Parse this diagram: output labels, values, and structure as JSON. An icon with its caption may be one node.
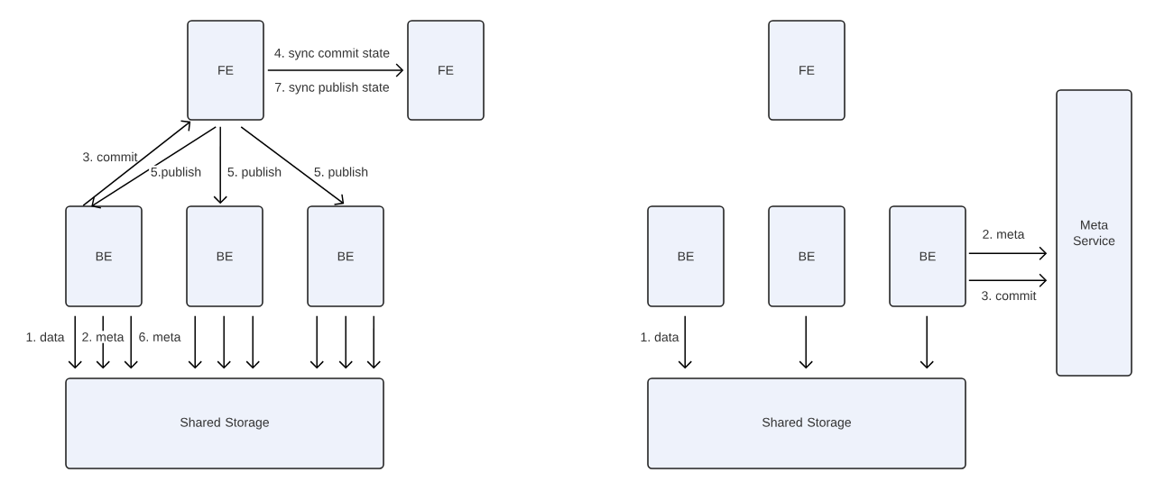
{
  "diagram": {
    "nodes": [
      {
        "text": [
          "FE"
        ]
      },
      {
        "text": [
          "FE"
        ]
      },
      {
        "text": [
          "BE"
        ]
      },
      {
        "text": [
          "BE"
        ]
      },
      {
        "text": [
          "BE"
        ]
      },
      {
        "text": [
          "Shared Storage"
        ]
      },
      {
        "text": [
          "FE"
        ]
      },
      {
        "text": [
          "BE"
        ]
      },
      {
        "text": [
          "BE"
        ]
      },
      {
        "text": [
          "BE"
        ]
      },
      {
        "text": [
          "Meta Service"
        ]
      },
      {
        "text": [
          "Shared Storage"
        ]
      }
    ],
    "edges": [
      {
        "from": 0,
        "to": 1,
        "arrow": "to",
        "label": "4. sync commit state"
      },
      {
        "from": 2,
        "to": 0,
        "arrow": "to",
        "label": "3. commit"
      },
      {
        "from": 0,
        "to": 2,
        "arrow": "to",
        "label": "5.publish"
      },
      {
        "from": 0,
        "to": 3,
        "arrow": "to",
        "label": "5. publish"
      },
      {
        "from": 0,
        "to": 4,
        "arrow": "to",
        "label": "5. publish"
      },
      {
        "from": 2,
        "to": 5,
        "arrow": "to",
        "label": "1. data"
      },
      {
        "from": 2,
        "to": 5,
        "arrow": "to",
        "label": "2. meta"
      },
      {
        "from": 2,
        "to": 5,
        "arrow": "to",
        "label": "6. meta"
      },
      {
        "from": 3,
        "to": 5,
        "arrow": "to"
      },
      {
        "from": 3,
        "to": 5,
        "arrow": "to"
      },
      {
        "from": 3,
        "to": 5,
        "arrow": "to"
      },
      {
        "from": 4,
        "to": 5,
        "arrow": "to"
      },
      {
        "from": 4,
        "to": 5,
        "arrow": "to"
      },
      {
        "from": 4,
        "to": 5,
        "arrow": "to"
      },
      {
        "from": 7,
        "to": 11,
        "arrow": "to",
        "label": "1. data"
      },
      {
        "from": 8,
        "to": 11,
        "arrow": "to"
      },
      {
        "from": 9,
        "to": 11,
        "arrow": "to"
      },
      {
        "from": 9,
        "to": 10,
        "arrow": "to",
        "label": "2. meta"
      },
      {
        "from": 9,
        "to": 10,
        "arrow": "to",
        "label": "3. commit"
      }
    ],
    "labels": [
      "7. sync publish state"
    ]
  }
}
